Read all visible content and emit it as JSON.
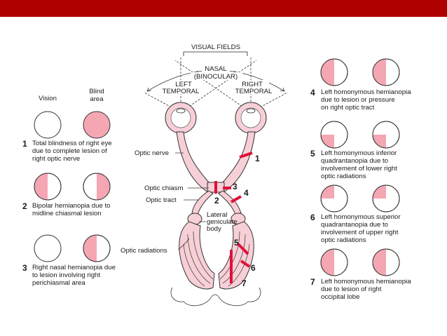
{
  "colors": {
    "header_bar": "#b00000",
    "field_pink": "#f4a7b3",
    "lesion_red": "#e0103a",
    "pathway_fill": "#f7cfd6"
  },
  "columns": {
    "vision": "Vision",
    "blind_area": "Blind area"
  },
  "diagram": {
    "visual_fields": "VISUAL FIELDS",
    "nasal": "NASAL",
    "binocular": "(BINOCULAR)",
    "left": "LEFT",
    "temporal_left": "TEMPORAL",
    "right": "RIGHT",
    "temporal_right": "TEMPORAL",
    "optic_nerve": "Optic nerve",
    "optic_chiasm": "Optic chiasm",
    "optic_tract": "Optic tract",
    "lateral": "Lateral",
    "geniculate": "geniculate",
    "body": "body",
    "optic_radiations": "Optic radiations",
    "lesion_numbers": [
      "1",
      "2",
      "3",
      "4",
      "5",
      "6",
      "7"
    ]
  },
  "lesions": [
    {
      "number": "1",
      "lines": [
        "Total blindness of right eye",
        "due to complete lesion of",
        "right optic nerve"
      ]
    },
    {
      "number": "2",
      "lines": [
        "Bipolar hemianopia due to",
        "midline chiasmal lesion"
      ]
    },
    {
      "number": "3",
      "lines": [
        "Right nasal hemianopia due",
        "to lesion involving right",
        "perichiasmal area"
      ]
    },
    {
      "number": "4",
      "lines": [
        "Left homonymous hemianopia",
        "due to lesion or pressure",
        "on right optic tract"
      ]
    },
    {
      "number": "5",
      "lines": [
        "Left homonymous inferior",
        "quadrantanopia due to",
        "involvement of lower right",
        "optic radiations"
      ]
    },
    {
      "number": "6",
      "lines": [
        "Left homonymous superior",
        "quadrantanopia due to",
        "involvement of upper right",
        "optic radiations"
      ]
    },
    {
      "number": "7",
      "lines": [
        "Left homonymous hemianopia",
        "due to lesion of right",
        "occipital lobe"
      ]
    }
  ],
  "fields": [
    {
      "id": "1-vision",
      "left": "none",
      "right": "none"
    },
    {
      "id": "1-blind",
      "left": "full",
      "right": "full"
    },
    {
      "id": "2-left",
      "left": "temporal-half",
      "right": "none"
    },
    {
      "id": "2-right",
      "left": "none",
      "right": "temporal-half"
    },
    {
      "id": "3-left",
      "left": "none",
      "right": "none"
    },
    {
      "id": "3-right",
      "left": "nasal-half",
      "right": "none"
    },
    {
      "id": "4-left",
      "left": "left-half",
      "right": "none"
    },
    {
      "id": "4-right",
      "left": "left-half",
      "right": "none"
    },
    {
      "id": "5-left",
      "left": "lower-left-quadrant",
      "right": "none"
    },
    {
      "id": "5-right",
      "left": "lower-left-quadrant",
      "right": "none"
    },
    {
      "id": "6-left",
      "left": "upper-left-quadrant",
      "right": "none"
    },
    {
      "id": "6-right",
      "left": "upper-left-quadrant",
      "right": "none"
    },
    {
      "id": "7-left",
      "left": "left-half",
      "right": "none"
    },
    {
      "id": "7-right",
      "left": "left-half",
      "right": "none"
    }
  ]
}
